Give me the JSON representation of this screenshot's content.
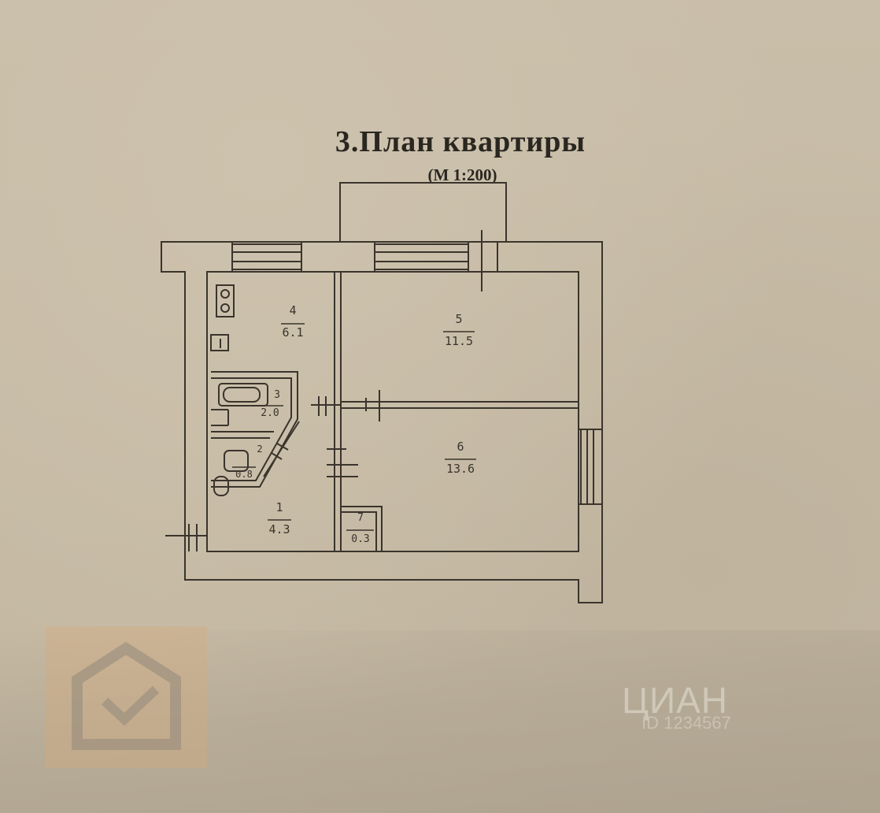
{
  "title": "3.План  квартиры",
  "scale": "(М  1:200)",
  "rooms": [
    {
      "number": "1",
      "area": "4.3"
    },
    {
      "number": "2",
      "area": "0.8"
    },
    {
      "number": "3",
      "area": "2.0"
    },
    {
      "number": "4",
      "area": "6.1"
    },
    {
      "number": "5",
      "area": "11.5"
    },
    {
      "number": "6",
      "area": "13.6"
    },
    {
      "number": "7",
      "area": "0.3"
    }
  ],
  "watermark": {
    "brand": "ЦИАН",
    "sub": "ID 1234567"
  },
  "colors": {
    "ink": "#3a342c",
    "paper": "#c7bba6"
  }
}
